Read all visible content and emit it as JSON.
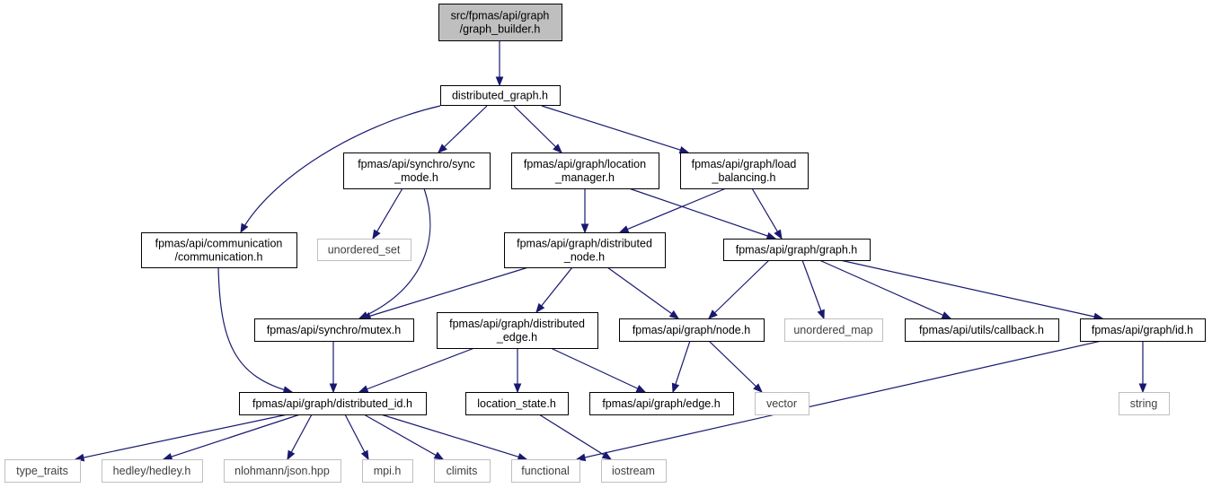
{
  "diagram": {
    "nodes": [
      {
        "id": "root",
        "lines": [
          "src/fpmas/api/graph",
          "/graph_builder.h"
        ],
        "kind": "root"
      },
      {
        "id": "distributed_graph",
        "lines": [
          "distributed_graph.h"
        ],
        "kind": "internal"
      },
      {
        "id": "sync_mode",
        "lines": [
          "fpmas/api/synchro/sync",
          "_mode.h"
        ],
        "kind": "internal"
      },
      {
        "id": "location_manager",
        "lines": [
          "fpmas/api/graph/location",
          "_manager.h"
        ],
        "kind": "internal"
      },
      {
        "id": "load_balancing",
        "lines": [
          "fpmas/api/graph/load",
          "_balancing.h"
        ],
        "kind": "internal"
      },
      {
        "id": "communication",
        "lines": [
          "fpmas/api/communication",
          "/communication.h"
        ],
        "kind": "internal"
      },
      {
        "id": "unordered_set",
        "lines": [
          "unordered_set"
        ],
        "kind": "external"
      },
      {
        "id": "distributed_node",
        "lines": [
          "fpmas/api/graph/distributed",
          "_node.h"
        ],
        "kind": "internal"
      },
      {
        "id": "graph",
        "lines": [
          "fpmas/api/graph/graph.h"
        ],
        "kind": "internal"
      },
      {
        "id": "mutex",
        "lines": [
          "fpmas/api/synchro/mutex.h"
        ],
        "kind": "internal"
      },
      {
        "id": "distributed_edge",
        "lines": [
          "fpmas/api/graph/distributed",
          "_edge.h"
        ],
        "kind": "internal"
      },
      {
        "id": "node",
        "lines": [
          "fpmas/api/graph/node.h"
        ],
        "kind": "internal"
      },
      {
        "id": "unordered_map",
        "lines": [
          "unordered_map"
        ],
        "kind": "external"
      },
      {
        "id": "callback",
        "lines": [
          "fpmas/api/utils/callback.h"
        ],
        "kind": "internal"
      },
      {
        "id": "id",
        "lines": [
          "fpmas/api/graph/id.h"
        ],
        "kind": "internal"
      },
      {
        "id": "distributed_id",
        "lines": [
          "fpmas/api/graph/distributed_id.h"
        ],
        "kind": "internal"
      },
      {
        "id": "location_state",
        "lines": [
          "location_state.h"
        ],
        "kind": "internal"
      },
      {
        "id": "edge",
        "lines": [
          "fpmas/api/graph/edge.h"
        ],
        "kind": "internal"
      },
      {
        "id": "vector",
        "lines": [
          "vector"
        ],
        "kind": "external"
      },
      {
        "id": "string",
        "lines": [
          "string"
        ],
        "kind": "external"
      },
      {
        "id": "type_traits",
        "lines": [
          "type_traits"
        ],
        "kind": "external"
      },
      {
        "id": "hedley",
        "lines": [
          "hedley/hedley.h"
        ],
        "kind": "external"
      },
      {
        "id": "json",
        "lines": [
          "nlohmann/json.hpp"
        ],
        "kind": "external"
      },
      {
        "id": "mpi",
        "lines": [
          "mpi.h"
        ],
        "kind": "external"
      },
      {
        "id": "climits",
        "lines": [
          "climits"
        ],
        "kind": "external"
      },
      {
        "id": "functional",
        "lines": [
          "functional"
        ],
        "kind": "external"
      },
      {
        "id": "iostream",
        "lines": [
          "iostream"
        ],
        "kind": "external"
      }
    ],
    "edges": [
      {
        "from": "root",
        "to": "distributed_graph"
      },
      {
        "from": "distributed_graph",
        "to": "communication"
      },
      {
        "from": "distributed_graph",
        "to": "sync_mode"
      },
      {
        "from": "distributed_graph",
        "to": "location_manager"
      },
      {
        "from": "distributed_graph",
        "to": "load_balancing"
      },
      {
        "from": "sync_mode",
        "to": "unordered_set"
      },
      {
        "from": "sync_mode",
        "to": "mutex"
      },
      {
        "from": "location_manager",
        "to": "distributed_node"
      },
      {
        "from": "location_manager",
        "to": "graph"
      },
      {
        "from": "load_balancing",
        "to": "distributed_node"
      },
      {
        "from": "load_balancing",
        "to": "graph"
      },
      {
        "from": "communication",
        "to": "distributed_id"
      },
      {
        "from": "distributed_node",
        "to": "mutex"
      },
      {
        "from": "distributed_node",
        "to": "distributed_edge"
      },
      {
        "from": "distributed_node",
        "to": "node"
      },
      {
        "from": "graph",
        "to": "node"
      },
      {
        "from": "graph",
        "to": "unordered_map"
      },
      {
        "from": "graph",
        "to": "callback"
      },
      {
        "from": "graph",
        "to": "id"
      },
      {
        "from": "mutex",
        "to": "distributed_id"
      },
      {
        "from": "distributed_edge",
        "to": "distributed_id"
      },
      {
        "from": "distributed_edge",
        "to": "location_state"
      },
      {
        "from": "distributed_edge",
        "to": "edge"
      },
      {
        "from": "node",
        "to": "edge"
      },
      {
        "from": "node",
        "to": "vector"
      },
      {
        "from": "id",
        "to": "string"
      },
      {
        "from": "id",
        "to": "functional"
      },
      {
        "from": "distributed_id",
        "to": "type_traits"
      },
      {
        "from": "distributed_id",
        "to": "hedley"
      },
      {
        "from": "distributed_id",
        "to": "json"
      },
      {
        "from": "distributed_id",
        "to": "mpi"
      },
      {
        "from": "distributed_id",
        "to": "climits"
      },
      {
        "from": "distributed_id",
        "to": "functional"
      },
      {
        "from": "location_state",
        "to": "iostream"
      }
    ]
  }
}
